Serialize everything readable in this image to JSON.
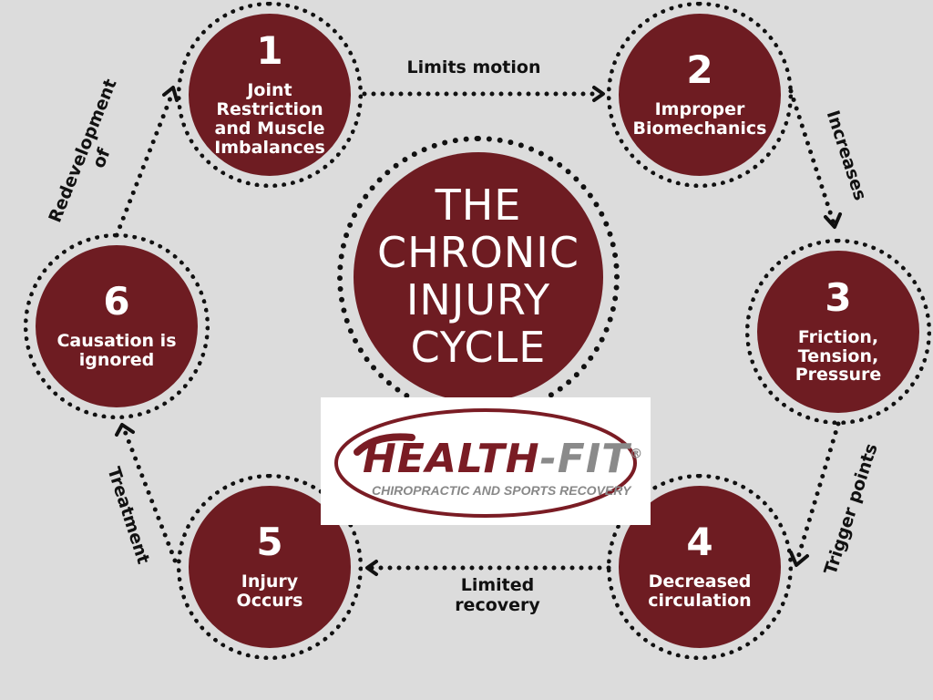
{
  "title": "THE\nCHRONIC\nINJURY\nCYCLE",
  "colors": {
    "background": "#dcdcdc",
    "circle_fill": "#6e1c22",
    "dots": "#111111",
    "text_light": "#ffffff"
  },
  "steps": [
    {
      "number": "1",
      "label": "Joint\nRestriction\nand Muscle\nImbalances"
    },
    {
      "number": "2",
      "label": "Improper\nBiomechanics"
    },
    {
      "number": "3",
      "label": "Friction,\nTension,\nPressure"
    },
    {
      "number": "4",
      "label": "Decreased\ncirculation"
    },
    {
      "number": "5",
      "label": "Injury\nOccurs"
    },
    {
      "number": "6",
      "label": "Causation is\nignored"
    }
  ],
  "arrows": [
    {
      "from": "1",
      "to": "2",
      "label": "Limits motion"
    },
    {
      "from": "2",
      "to": "3",
      "label": "Increases"
    },
    {
      "from": "3",
      "to": "4",
      "label": "Trigger points"
    },
    {
      "from": "4",
      "to": "5",
      "label": "Limited\nrecovery"
    },
    {
      "from": "5",
      "to": "6",
      "label": "Treatment"
    },
    {
      "from": "6",
      "to": "1",
      "label": "Redevelopment\nof"
    }
  ],
  "logo": {
    "name_part1": "HEALTH",
    "name_part2": "-FIT",
    "registered": "®",
    "tagline": "CHIROPRACTIC AND SPORTS RECOVERY"
  }
}
